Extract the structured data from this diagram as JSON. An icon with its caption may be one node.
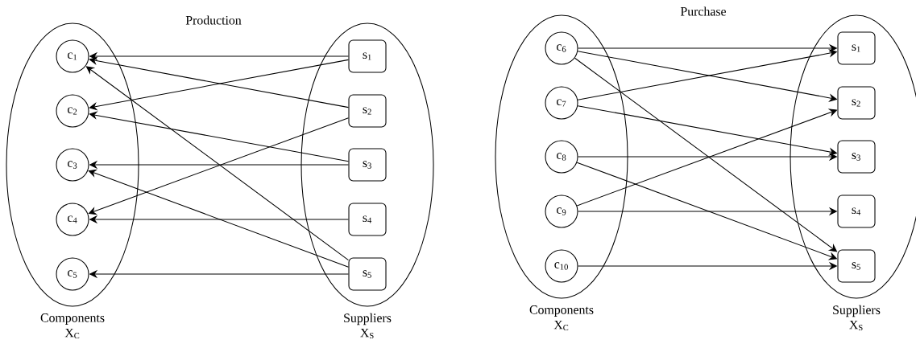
{
  "diagram": {
    "nodes": [
      {
        "text": [
          "Components",
          "X$_{C}$"
        ]
      },
      {
        "text": [
          "c$_{1}$"
        ],
        "in": 0
      },
      {
        "text": [
          "c$_{2}$"
        ],
        "in": 0
      },
      {
        "text": [
          "c$_{3}$"
        ],
        "in": 0
      },
      {
        "text": [
          "c$_{4}$"
        ],
        "in": 0
      },
      {
        "text": [
          "c$_{5}$"
        ],
        "in": 0
      },
      {
        "text": [
          "Suppliers",
          "X$_{S}$"
        ]
      },
      {
        "text": [
          "s$_{1}$"
        ],
        "in": 6
      },
      {
        "text": [
          "s$_{2}$"
        ],
        "in": 6
      },
      {
        "text": [
          "s$_{3}$"
        ],
        "in": 6
      },
      {
        "text": [
          "s$_{4}$"
        ],
        "in": 6
      },
      {
        "text": [
          "s$_{5}$"
        ],
        "in": 6
      },
      {
        "text": [
          "Components",
          "X$_{C}$"
        ]
      },
      {
        "text": [
          "c$_{6}$"
        ],
        "in": 12
      },
      {
        "text": [
          "c$_{7}$"
        ],
        "in": 12
      },
      {
        "text": [
          "c$_{8}$"
        ],
        "in": 12
      },
      {
        "text": [
          "c$_{9}$"
        ],
        "in": 12
      },
      {
        "text": [
          "c$_{10}$"
        ],
        "in": 12
      },
      {
        "text": [
          "Suppliers",
          "X$_{S}$"
        ]
      },
      {
        "text": [
          "s$_{1}$"
        ],
        "in": 18
      },
      {
        "text": [
          "s$_{2}$"
        ],
        "in": 18
      },
      {
        "text": [
          "s$_{3}$"
        ],
        "in": 18
      },
      {
        "text": [
          "s$_{4}$"
        ],
        "in": 18
      },
      {
        "text": [
          "s$_{5}$"
        ],
        "in": 18
      }
    ],
    "edges": [
      {
        "from": 7,
        "to": 1,
        "arrow": "to"
      },
      {
        "from": 7,
        "to": 2,
        "arrow": "to"
      },
      {
        "from": 8,
        "to": 1,
        "arrow": "to"
      },
      {
        "from": 8,
        "to": 4,
        "arrow": "to"
      },
      {
        "from": 9,
        "to": 2,
        "arrow": "to"
      },
      {
        "from": 9,
        "to": 3,
        "arrow": "to"
      },
      {
        "from": 10,
        "to": 4,
        "arrow": "to"
      },
      {
        "from": 11,
        "to": 1,
        "arrow": "to"
      },
      {
        "from": 11,
        "to": 3,
        "arrow": "to"
      },
      {
        "from": 11,
        "to": 5,
        "arrow": "to"
      },
      {
        "from": 13,
        "to": 19,
        "arrow": "to"
      },
      {
        "from": 13,
        "to": 20,
        "arrow": "to"
      },
      {
        "from": 13,
        "to": 23,
        "arrow": "to"
      },
      {
        "from": 14,
        "to": 19,
        "arrow": "to"
      },
      {
        "from": 14,
        "to": 21,
        "arrow": "to"
      },
      {
        "from": 15,
        "to": 21,
        "arrow": "to"
      },
      {
        "from": 15,
        "to": 23,
        "arrow": "to"
      },
      {
        "from": 16,
        "to": 20,
        "arrow": "to"
      },
      {
        "from": 16,
        "to": 22,
        "arrow": "to"
      },
      {
        "from": 17,
        "to": 23,
        "arrow": "to"
      }
    ],
    "labels": [
      "Production",
      "Purchase"
    ]
  }
}
